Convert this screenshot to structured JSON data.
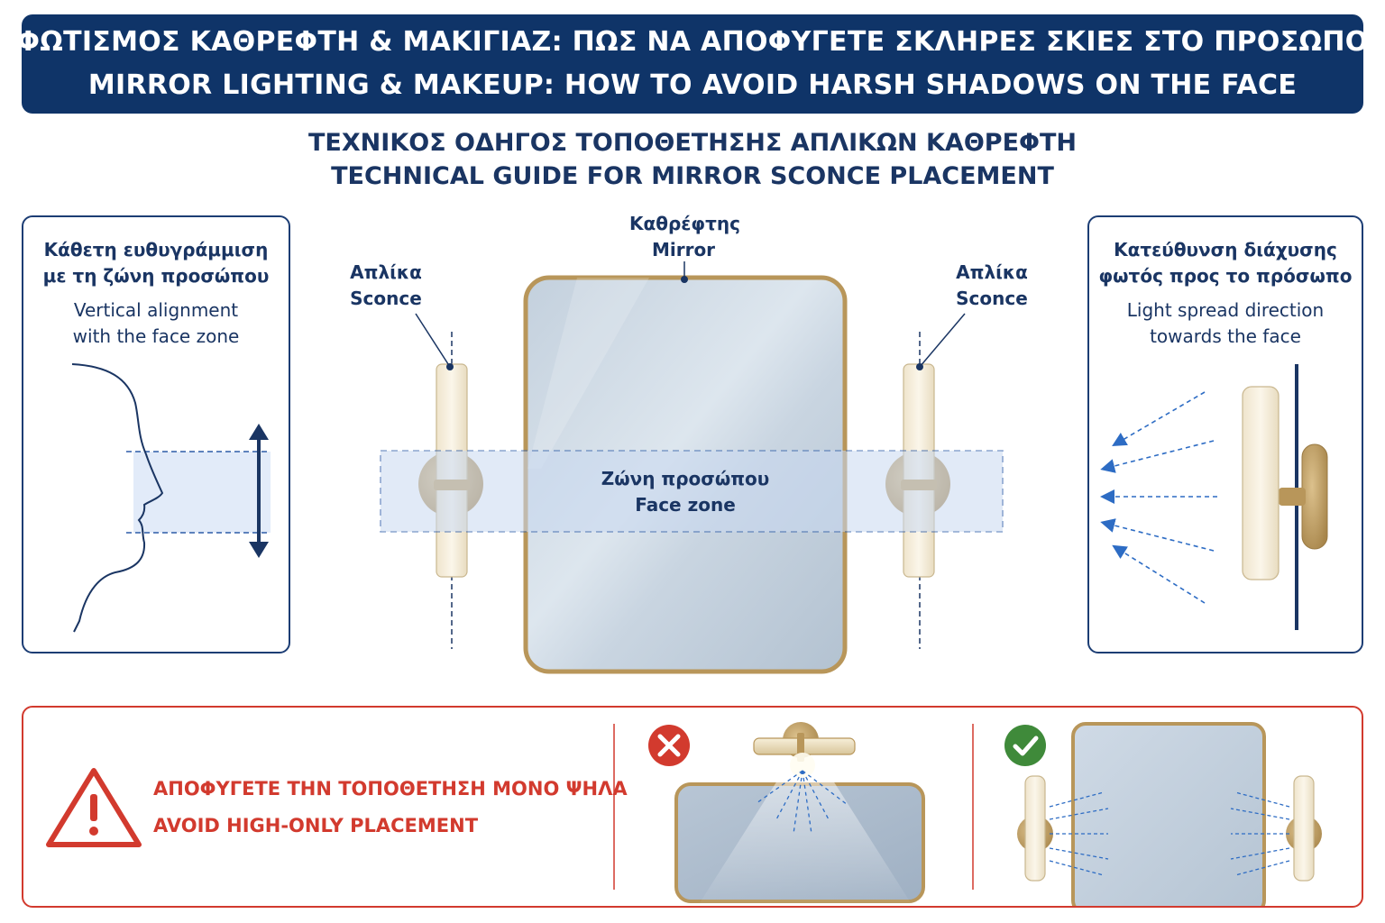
{
  "header": {
    "title_gr": "ΦΩΤΙΣΜΟΣ ΚΑΘΡΕΦΤΗ & ΜΑΚΙΓΙΑΖ: ΠΩΣ ΝΑ ΑΠΟΦΥΓΕΤΕ ΣΚΛΗΡΕΣ ΣΚΙΕΣ ΣΤΟ ΠΡΟΣΩΠΟ",
    "title_en": "MIRROR LIGHTING & MAKEUP: HOW TO AVOID HARSH SHADOWS ON THE FACE"
  },
  "subheader": {
    "title_gr": "ΤΕΧΝΙΚΟΣ ΟΔΗΓΟΣ ΤΟΠΟΘΕΤΗΣΗΣ ΑΠΛΙΚΩΝ ΚΑΘΡΕΦΤΗ",
    "title_en": "TECHNICAL GUIDE FOR MIRROR SCONCE PLACEMENT"
  },
  "left_panel": {
    "title_gr_1": "Κάθετη ευθυγράμμιση",
    "title_gr_2": "με τη ζώνη προσώπου",
    "title_en_1": "Vertical alignment",
    "title_en_2": "with the face zone"
  },
  "center": {
    "mirror_gr": "Καθρέφτης",
    "mirror_en": "Mirror",
    "sconce_left_gr": "Απλίκα",
    "sconce_left_en": "Sconce",
    "sconce_right_gr": "Απλίκα",
    "sconce_right_en": "Sconce",
    "face_zone_gr": "Ζώνη προσώπου",
    "face_zone_en": "Face zone"
  },
  "right_panel": {
    "title_gr_1": "Κατεύθυνση διάχυσης",
    "title_gr_2": "φωτός προς το πρόσωπο",
    "title_en_1": "Light spread direction",
    "title_en_2": "towards the face"
  },
  "warning": {
    "text_gr": "ΑΠΟΦΥΓΕΤΕ ΤΗΝ ΤΟΠΟΘΕΤΗΣΗ ΜΟΝΟ ΨΗΛΑ",
    "text_en": "AVOID HIGH-ONLY PLACEMENT",
    "bad_icon": "x-mark-icon",
    "good_icon": "check-mark-icon"
  },
  "colors": {
    "navy": "#0f3468",
    "brass": "#b8965a",
    "warning_red": "#d23a2e",
    "success_green": "#3f8a3a",
    "face_zone": "#dbe6f7",
    "arrow_blue": "#2d6cc4"
  }
}
